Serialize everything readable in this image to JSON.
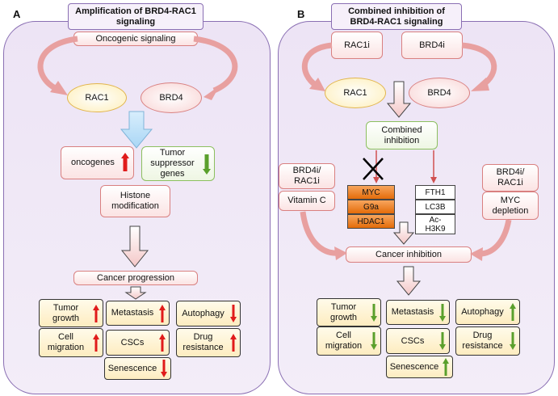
{
  "panel_a": {
    "letter": "A",
    "title": "Amplification of BRD4-RAC1 signaling",
    "oncogenic": "Oncogenic signaling",
    "rac1": "RAC1",
    "brd4": "BRD4",
    "oncogenes": "oncogenes",
    "tumor_suppressor": "Tumor suppressor genes",
    "histone": "Histone modification",
    "cancer_progression": "Cancer progression",
    "effects": [
      {
        "label": "Tumor growth",
        "direction": "up"
      },
      {
        "label": "Metastasis",
        "direction": "up"
      },
      {
        "label": "Autophagy",
        "direction": "down"
      },
      {
        "label": "Cell migration",
        "direction": "up"
      },
      {
        "label": "CSCs",
        "direction": "up"
      },
      {
        "label": "Drug resistance",
        "direction": "up"
      },
      {
        "label": "Senescence",
        "direction": "down"
      }
    ]
  },
  "panel_b": {
    "letter": "B",
    "title": "Combined inhibition of BRD4-RAC1 signaling",
    "rac1i": "RAC1i",
    "brd4i": "BRD4i",
    "rac1": "RAC1",
    "brd4": "BRD4",
    "combined": "Combined inhibition",
    "left_drug": "BRD4i/ RAC1i",
    "vitamin_c": "Vitamin C",
    "right_drug": "BRD4i/ RAC1i",
    "myc_depletion": "MYC depletion",
    "orange_targets": [
      "MYC",
      "G9a",
      "HDAC1"
    ],
    "white_targets": [
      "FTH1",
      "LC3B",
      "Ac-H3K9"
    ],
    "cancer_inhibition": "Cancer inhibition",
    "effects": [
      {
        "label": "Tumor growth",
        "direction": "down"
      },
      {
        "label": "Metastasis",
        "direction": "down"
      },
      {
        "label": "Autophagy",
        "direction": "up"
      },
      {
        "label": "Cell migration",
        "direction": "down"
      },
      {
        "label": "CSCs",
        "direction": "down"
      },
      {
        "label": "Drug resistance",
        "direction": "down"
      },
      {
        "label": "Senescence",
        "direction": "up"
      }
    ]
  },
  "colors": {
    "up_red": "#e01b1b",
    "down_red": "#e01b1b",
    "down_green": "#5aa02c",
    "up_green": "#5aa02c",
    "panel_border": "#8a6fb3",
    "arrow_pink": "#e8a0a0"
  }
}
